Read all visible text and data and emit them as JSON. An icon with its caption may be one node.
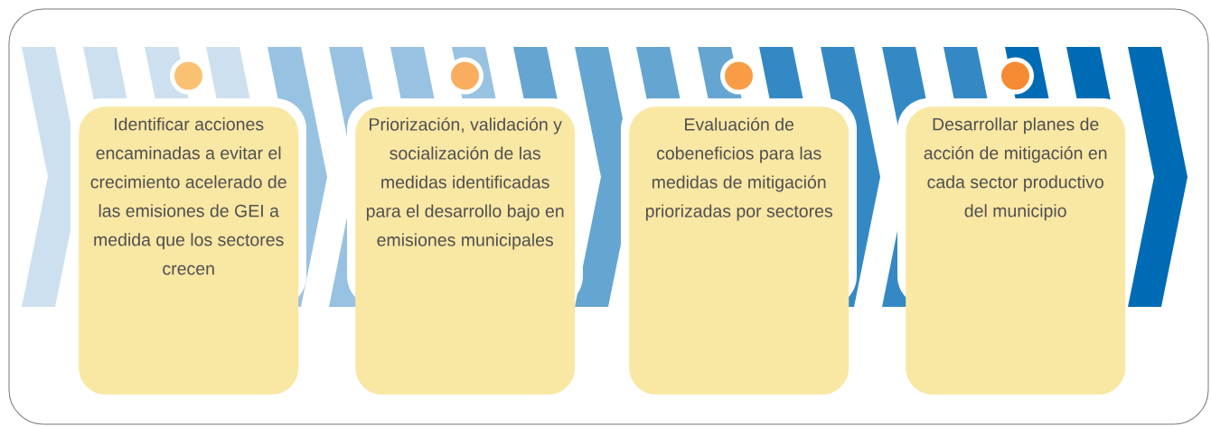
{
  "diagram": {
    "nodes": [
      {
        "text": [
          "Identificar acciones encaminadas a evitar el crecimiento acelerado de las emisiones de GEI a medida que los sectores crecen"
        ]
      },
      {
        "text": [
          "Priorización, validación y socialización de las medidas identificadas para el desarrollo bajo en emisiones municipales"
        ]
      },
      {
        "text": [
          "Evaluación de cobeneficios para las medidas de mitigación priorizadas por sectores"
        ]
      },
      {
        "text": [
          "Desarrollar planes de acción de mitigación en cada sector productivo del municipio"
        ]
      }
    ]
  }
}
